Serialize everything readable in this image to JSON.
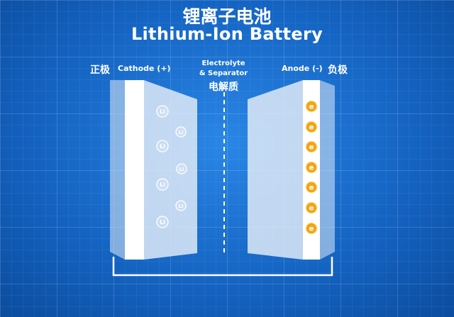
{
  "title": {
    "cn": "锂离子电池",
    "en": "Lithium-Ion Battery"
  },
  "cathode": {
    "cn": "正极",
    "en": "Cathode (+)"
  },
  "anode": {
    "en": "Anode (-)",
    "cn": "负极"
  },
  "electrolyte": {
    "line1": "Electrolyte",
    "line2": "& Separator",
    "cn": "电解质"
  },
  "ion_label": "Li",
  "electron_label": "e",
  "colors": {
    "background": "#1565c4",
    "electron": "#f2a516",
    "plate": "#e4eef8",
    "wire": "#ffffff"
  }
}
